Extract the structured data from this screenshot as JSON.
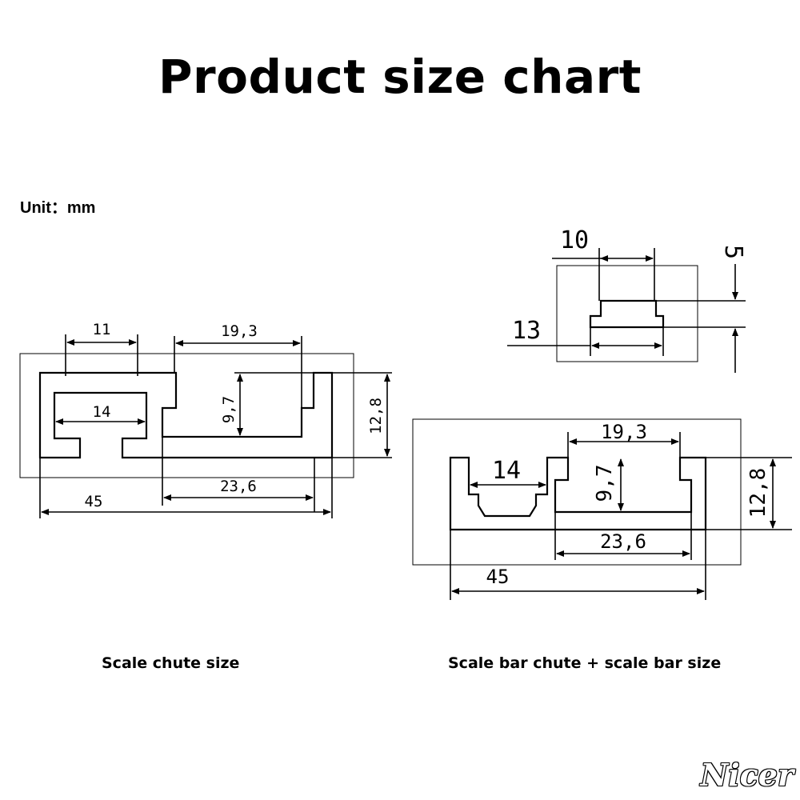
{
  "title": "Product size chart",
  "unit_label": "Unit：",
  "unit_value": "mm",
  "left_diagram": {
    "caption": "Scale chute size",
    "dims": {
      "top_left_width": "11",
      "top_right_width": "19,3",
      "inner_width": "14",
      "slot_depth": "9,7",
      "height": "12,8",
      "bottom_slot_width": "23,6",
      "total_width": "45"
    }
  },
  "right_diagram": {
    "caption": "Scale bar chute + scale bar size",
    "bar_dims": {
      "top_width": "10",
      "height": "5",
      "bottom_width": "13"
    },
    "dims": {
      "top_right_width": "19,3",
      "inner_width": "14",
      "slot_depth": "9,7",
      "height": "12,8",
      "bottom_slot_width": "23,6",
      "total_width": "45"
    }
  },
  "brand": "Nicer"
}
